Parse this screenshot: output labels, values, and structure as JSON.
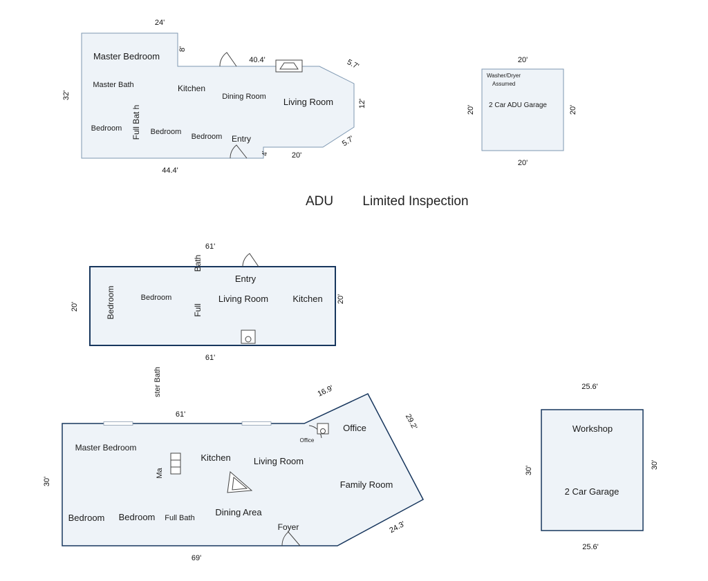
{
  "title": {
    "part1": "ADU",
    "part2": "Limited Inspection"
  },
  "main_house": {
    "rooms": {
      "master_bedroom": "Master Bedroom",
      "master_bath": "Master Bath",
      "kitchen": "Kitchen",
      "dining_room": "Dining Room",
      "living_room": "Living Room",
      "bedroom_left": "Bedroom",
      "full_bath": "Full Bat h",
      "bedroom_mid": "Bedroom",
      "bedroom_right": "Bedroom",
      "entry": "Entry"
    },
    "dims": {
      "top_left": "24'",
      "jog": "8'",
      "top_mid": "40.4'",
      "diag_top_right": "5.7'",
      "right": "12'",
      "diag_bottom_right": "5.7'",
      "bottom_step": "4'",
      "bottom_right": "20'",
      "bottom": "44.4'",
      "left": "32'"
    }
  },
  "adu_garage": {
    "label_line1": "Washer/Dryer",
    "label_line2": "Assumed",
    "room": "2 Car ADU Garage",
    "dims": {
      "top": "20'",
      "right": "20'",
      "bottom": "20'",
      "left": "20'"
    }
  },
  "adu_unit": {
    "rooms": {
      "bath_vert": "Bath",
      "entry": "Entry",
      "bedroom_vert": "Bedroom",
      "bedroom": "Bedroom",
      "full_vert": "Full",
      "living_room": "Living Room",
      "kitchen": "Kitchen"
    },
    "dims": {
      "top": "61'",
      "bottom": "61'",
      "left": "20'",
      "right": "20'"
    }
  },
  "stray_label": "ster Bath",
  "lower_house": {
    "rooms": {
      "master_bedroom": "Master Bedroom",
      "kitchen": "Kitchen",
      "living_room": "Living Room",
      "office_small": "Office",
      "office": "Office",
      "family_room": "Family Room",
      "ma_vert": "Ma",
      "bedroom_left": "Bedroom",
      "bedroom_mid": "Bedroom",
      "full_bath": "Full Bath",
      "dining_area": "Dining Area",
      "foyer": "Foyer"
    },
    "dims": {
      "top": "61'",
      "diag_top_right": "16.9'",
      "right_diag": "29.2'",
      "bottom_diag": "24.3'",
      "bottom": "69'",
      "left": "30'"
    }
  },
  "garage": {
    "rooms": {
      "workshop": "Workshop",
      "garage": "2 Car Garage"
    },
    "dims": {
      "top": "25.6'",
      "bottom": "25.6'",
      "left": "30'",
      "right": "30'"
    }
  }
}
